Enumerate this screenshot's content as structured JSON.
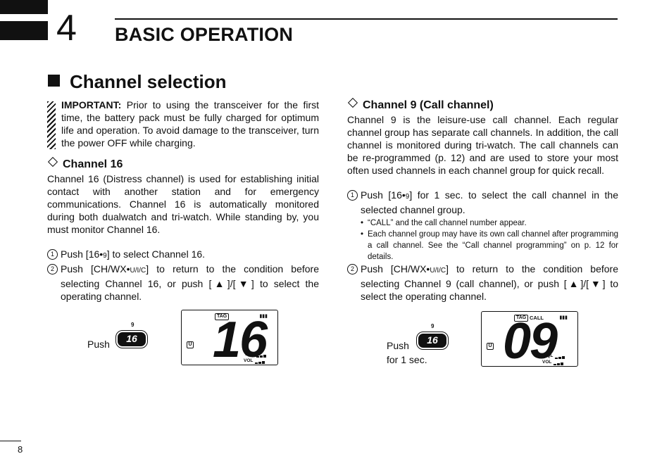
{
  "header": {
    "chapter_number": "4",
    "chapter_title": "BASIC OPERATION"
  },
  "section_title": "Channel selection",
  "important": {
    "label": "IMPORTANT:",
    "text": " Prior to using the transceiver for the first time, the battery pack must be fully charged for optimum life and operation. To avoid damage to the transceiver, turn the power OFF while charging."
  },
  "ch16": {
    "heading": "Channel 16",
    "body": "Channel 16 (Distress channel) is used for establishing initial contact with another station and for emergency communications. Channel 16 is automatically monitored during both dualwatch and tri-watch. While standing by, you must monitor Channel 16.",
    "steps": [
      {
        "num": "1",
        "text_a": "Push [16•",
        "text_small": "9",
        "text_b": "] to select Channel 16."
      },
      {
        "num": "2",
        "text_a": "Push [CH/WX•",
        "text_small": "U/I/C",
        "text_b": "] to return to the condition before selecting Channel 16, or push [▲]/[▼] to select the operating channel."
      }
    ],
    "figure": {
      "push_label": "Push",
      "key_top": "9",
      "key_label": "16",
      "lcd_tag": "TAG",
      "lcd_batt": "▮▮▮",
      "lcd_u": "U",
      "lcd_digits": "16",
      "lcd_sql": "SQL",
      "lcd_vol": "VOL"
    }
  },
  "ch9": {
    "heading": "Channel 9 (Call channel)",
    "body": "Channel 9 is the leisure-use call channel. Each regular channel group has separate call channels. In addition, the call channel is monitored during tri-watch. The call channels can be re-programmed (p. 12) and are used to store your most often used channels in each channel group for quick recall.",
    "step1": {
      "num": "1",
      "text_a": "Push [16•",
      "text_small": "9",
      "text_b": "] for 1 sec. to select the call channel in the selected channel group."
    },
    "bullets": [
      "“CALL” and the call channel number appear.",
      "Each channel group may have its own call channel after programming a call channel. See the “Call channel programming” on p. 12 for details."
    ],
    "step2": {
      "num": "2",
      "text_a": "Push [CH/WX•",
      "text_small": "U/I/C",
      "text_b": "] to return to the condition before selecting Channel 9 (call channel), or push [▲]/[▼] to select the operating channel."
    },
    "figure": {
      "push_label": "Push",
      "push_sub": "for 1 sec.",
      "key_top": "9",
      "key_label": "16",
      "lcd_tag": "TAG",
      "lcd_call": "CALL",
      "lcd_batt": "▮▮▮",
      "lcd_u": "U",
      "lcd_digits": "09",
      "lcd_sql": "SQL",
      "lcd_vol": "VOL"
    }
  },
  "footer": {
    "page_number": "8"
  }
}
